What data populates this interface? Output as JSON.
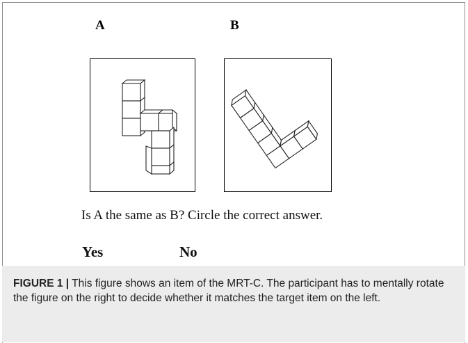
{
  "figure": {
    "label_a": "A",
    "label_b": "B",
    "question": "Is A the same as B? Circle the correct answer.",
    "answer_yes": "Yes",
    "answer_no": "No"
  },
  "caption": {
    "label": "FIGURE 1 |",
    "text": " This figure shows an item of the MRT-C. The participant has to mentally rotate the figure on the right to decide whether it matches the target item on the left."
  },
  "colors": {
    "caption_background": "#ececec",
    "border": "#8c8c8c"
  }
}
